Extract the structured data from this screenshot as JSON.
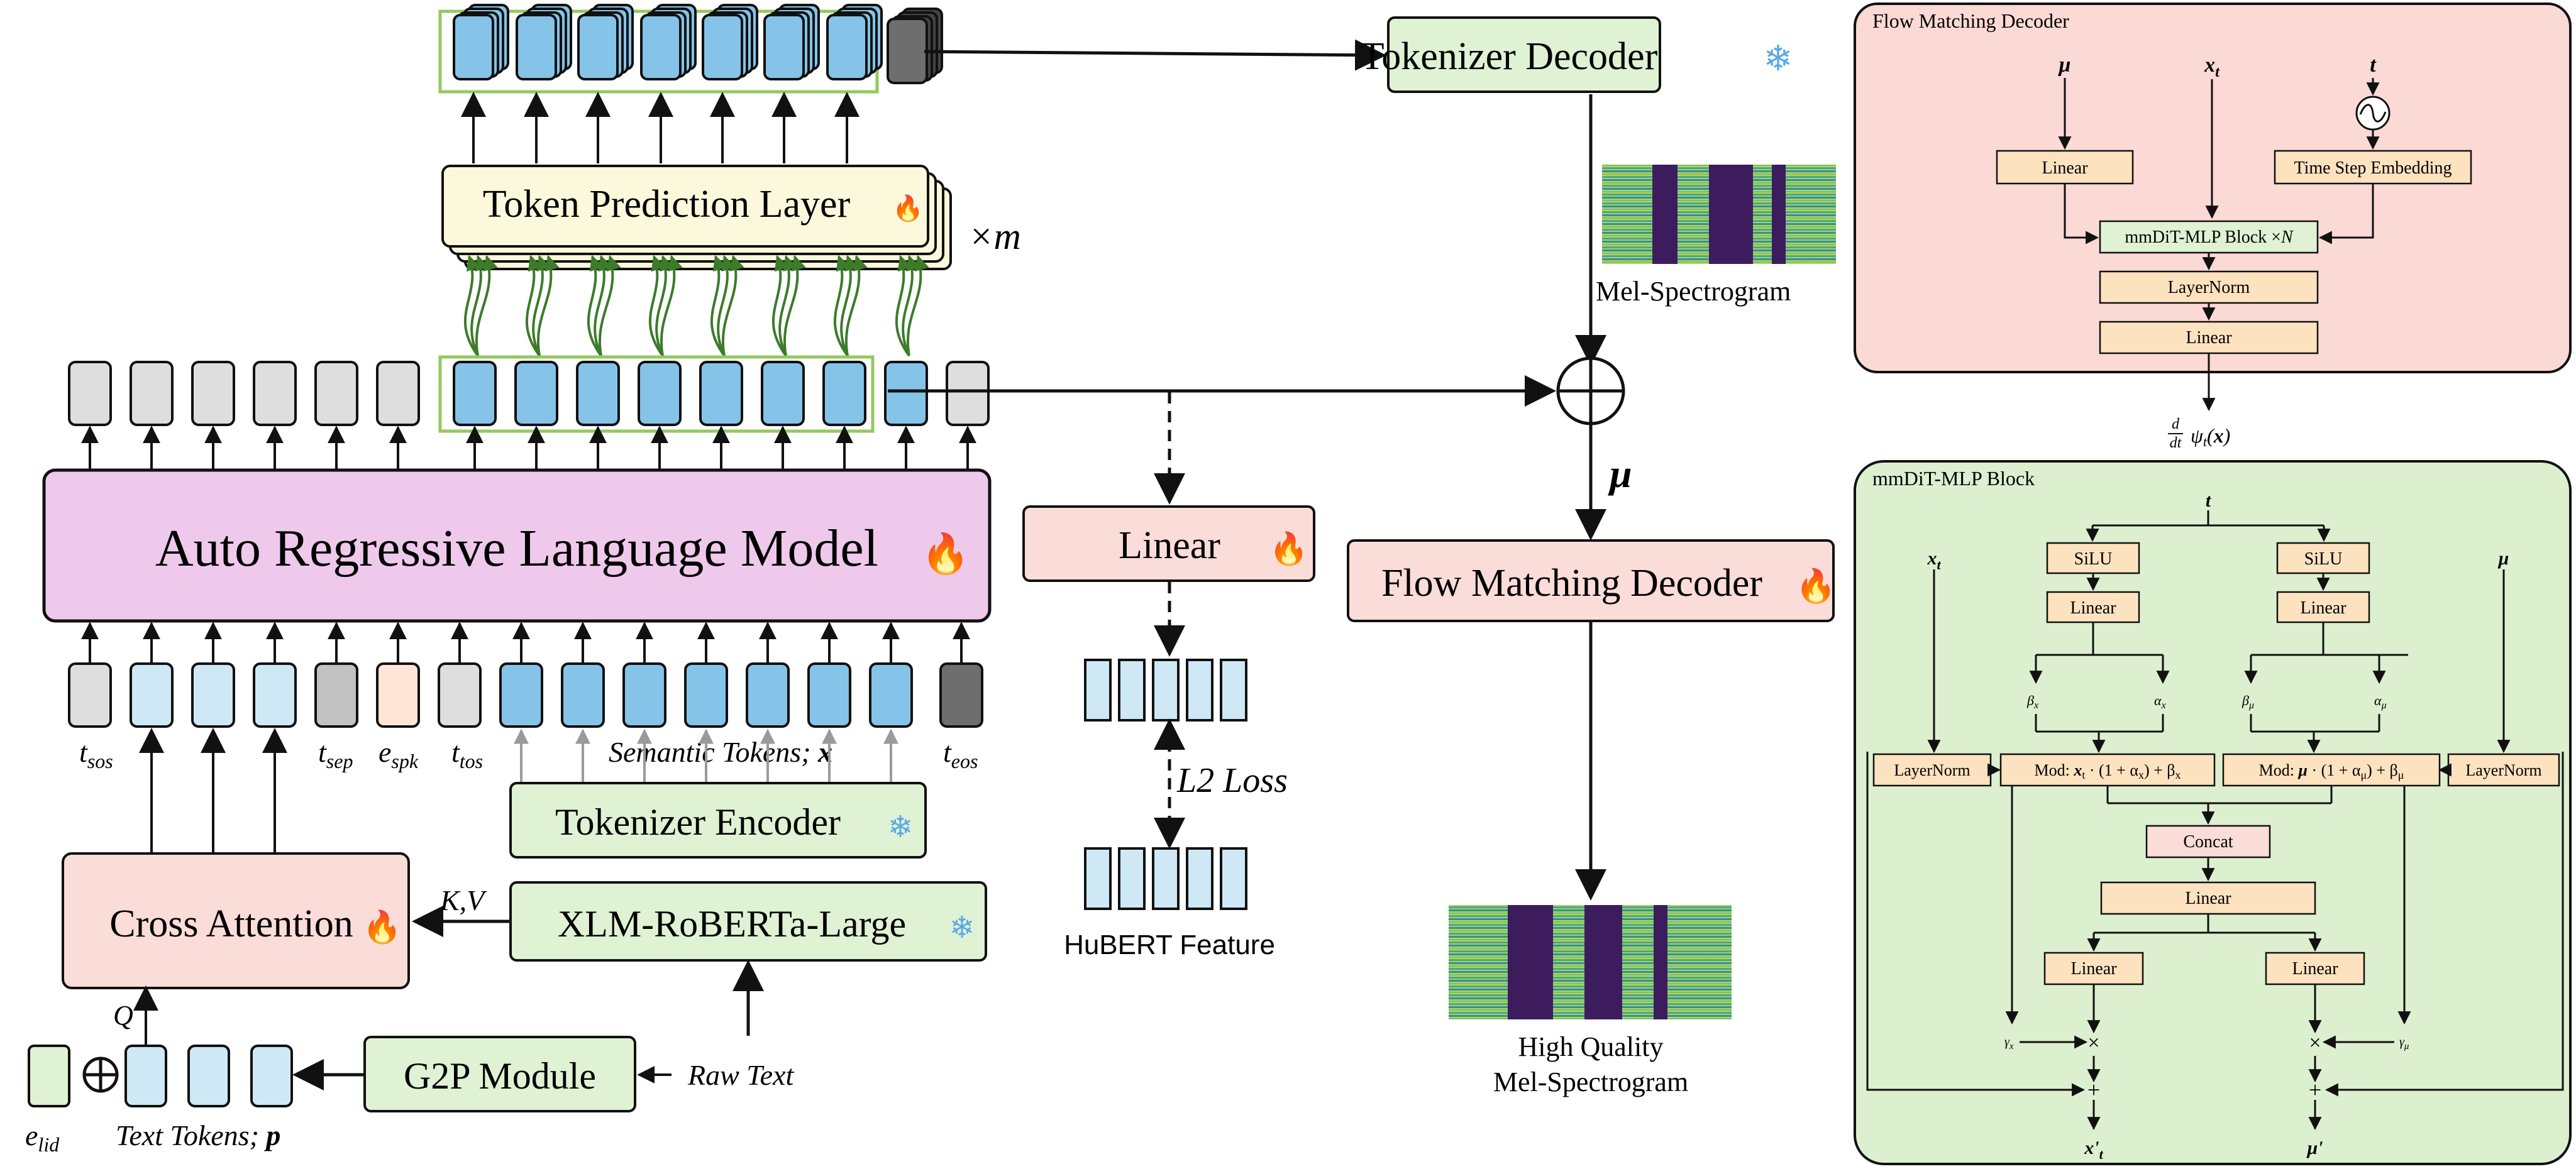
{
  "main": {
    "tokenizer_decoder": "Tokenizer Decoder",
    "token_prediction_layer": "Token Prediction Layer",
    "times_m": "×m",
    "mel_spectrogram": "Mel-Spectrogram",
    "mu": "μ",
    "ar_lm": "Auto Regressive Language Model",
    "linear": "Linear",
    "flow_matching_decoder": "Flow Matching Decoder",
    "l2_loss": "L2 Loss",
    "hubert_feature": "HuBERT Feature",
    "tokenizer_encoder": "Tokenizer Encoder",
    "xlm_roberta": "XLM-RoBERTa-Large",
    "cross_attention": "Cross Attention",
    "kv": "K,V",
    "q": "Q",
    "g2p": "G2P Module",
    "raw_text": "Raw Text",
    "hq_mel_line1": "High Quality",
    "hq_mel_line2": "Mel-Spectrogram",
    "text_tokens_p": "Text Tokens; p",
    "semantic_tokens_x": "Semantic Tokens; x",
    "t_sos": "t_sos",
    "t_sep": "t_sep",
    "e_spk": "e_spk",
    "t_tos": "t_tos",
    "t_eos": "t_eos",
    "e_lid": "e_lid",
    "plus": "⊕"
  },
  "fmd_panel": {
    "title": "Flow Matching Decoder",
    "mu": "μ",
    "xt": "x_t",
    "t": "t",
    "linear_left": "Linear",
    "time_step_embedding": "Time Step Embedding",
    "mmdit_block": "mmDiT-MLP Block ×N",
    "layernorm": "LayerNorm",
    "linear_bottom": "Linear",
    "output": "d/dt ψ_t(x)"
  },
  "mmdit_panel": {
    "title": "mmDiT-MLP Block",
    "t": "t",
    "xt": "x_t",
    "mu": "μ",
    "silu_left": "SiLU",
    "silu_right": "SiLU",
    "linear_left": "Linear",
    "linear_right": "Linear",
    "beta_x": "β_x",
    "alpha_x": "α_x",
    "beta_mu": "β_μ",
    "alpha_mu": "α_μ",
    "layernorm_left": "LayerNorm",
    "layernorm_right": "LayerNorm",
    "mod_left": "Mod: x_t · (1 + α_x) + β_x",
    "mod_right": "Mod: μ · (1 + α_μ) + β_μ",
    "concat": "Concat",
    "linear_mid": "Linear",
    "linear_bl": "Linear",
    "linear_br": "Linear",
    "gamma_x": "γ_x",
    "gamma_mu": "γ_μ",
    "times": "×",
    "plus": "+",
    "out_x": "x'_t",
    "out_mu": "μ'"
  },
  "colors": {
    "green_box": "#dff2d4",
    "pink_box": "#fadcd8",
    "purple_box": "#efc9eb",
    "yellow_box": "#fbf8dc",
    "token_blue": "#85c4e8",
    "token_light": "#cfe8f6",
    "token_gray": "#dedede",
    "token_dark": "#6e6e6e",
    "peach": "#fde6d8",
    "orange_box": "#fde2bf",
    "panel_pink": "#fbd9d5",
    "panel_green": "#dcf0d0",
    "arrow_green": "#3b7b2a",
    "bracket_green": "#94c95e"
  }
}
